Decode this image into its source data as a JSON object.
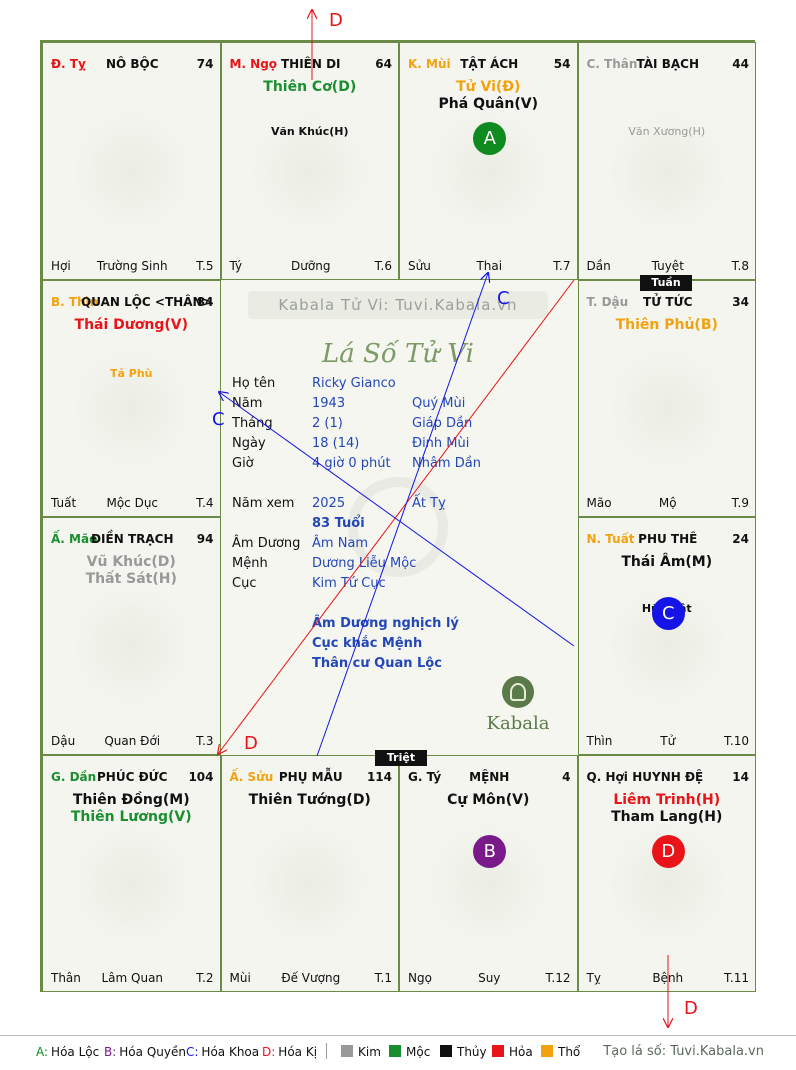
{
  "watermark": "Kabala Tử Vi: Tuvi.Kabala.vn",
  "chart_title": "Lá Số Tử Vi",
  "brand": "Kabala",
  "stamps": {
    "tuan": "Tuần",
    "triet": "Triệt"
  },
  "colors": {
    "kim": "#999999",
    "moc": "#1a8f2f",
    "thuy": "#111111",
    "hoa": "#e8141a",
    "tho": "#f2a20e",
    "blue": "#2447b8"
  },
  "info": [
    {
      "label": "Họ tên",
      "v1": "Ricky Gianco",
      "v2": ""
    },
    {
      "label": "Năm",
      "v1": "1943",
      "v2": "Quý Mùi"
    },
    {
      "label": "Tháng",
      "v1": "2  (1)",
      "v2": "Giáp Dần"
    },
    {
      "label": "Ngày",
      "v1": "18  (14)",
      "v2": "Đinh Mùi"
    },
    {
      "label": "Giờ",
      "v1": "4 giờ 0 phút",
      "v2": "Nhâm Dần"
    },
    {
      "label": "Năm xem",
      "v1": "2025",
      "v2": "Ất Tỵ"
    },
    {
      "label": "",
      "v1": "83 Tuổi",
      "v2": ""
    },
    {
      "label": "Âm Dương",
      "v1": "Âm Nam",
      "v2": ""
    },
    {
      "label": "Mệnh",
      "v1": "Dương Liễu Mộc",
      "v2": ""
    },
    {
      "label": "Cục",
      "v1": "Kim Tứ Cục",
      "v2": ""
    }
  ],
  "notes": [
    "Âm Dương nghịch lý",
    "Cục khắc Mệnh",
    "Thân cư Quan Lộc"
  ],
  "palaces": [
    {
      "id": "ty",
      "can": "Đ. Tỵ",
      "name": "NÔ BỘC",
      "num": "74",
      "main": [],
      "minor": [],
      "foot": [
        "Hợi",
        "Trường Sinh",
        "T.5"
      ]
    },
    {
      "id": "ngo",
      "can": "M. Ngọ",
      "name": "THIÊN DI",
      "num": "64",
      "main": [
        {
          "t": "Thiên Cơ(D)",
          "c": "moc"
        }
      ],
      "minor": [
        {
          "t": "Văn Khúc(H)",
          "c": "thuy"
        }
      ],
      "foot": [
        "Tý",
        "Dưỡng",
        "T.6"
      ]
    },
    {
      "id": "mui",
      "can": "K. Mùi",
      "name": "TẬT ÁCH",
      "num": "54",
      "main": [
        {
          "t": "Tử Vi(Đ)",
          "c": "tho"
        },
        {
          "t": "Phá Quân(V)",
          "c": "thuy"
        }
      ],
      "minor": [],
      "foot": [
        "Sửu",
        "Thai",
        "T.7"
      ]
    },
    {
      "id": "than",
      "can": "C. Thân",
      "name": "TÀI BẠCH",
      "num": "44",
      "main": [],
      "minor": [
        {
          "t": "Văn Xương(H)",
          "c": "kim"
        }
      ],
      "foot": [
        "Dần",
        "Tuyệt",
        "T.8"
      ]
    },
    {
      "id": "thin",
      "can": "B. Thìn",
      "name": "QUAN LỘC <THÂN>",
      "num": "84",
      "main": [
        {
          "t": "Thái Dương(V)",
          "c": "hoa"
        }
      ],
      "minor": [
        {
          "t": "Tả Phù",
          "c": "tho"
        }
      ],
      "foot": [
        "Tuất",
        "Mộc Dục",
        "T.4"
      ]
    },
    {
      "id": "dau",
      "can": "T. Dậu",
      "name": "TỬ TỨC",
      "num": "34",
      "main": [
        {
          "t": "Thiên Phủ(B)",
          "c": "tho"
        }
      ],
      "minor": [],
      "foot": [
        "Mão",
        "Mộ",
        "T.9"
      ]
    },
    {
      "id": "mao",
      "can": "Ấ. Mão",
      "name": "ĐIỀN TRẠCH",
      "num": "94",
      "main": [
        {
          "t": "Vũ Khúc(D)",
          "c": "kim"
        },
        {
          "t": "Thất Sát(H)",
          "c": "kim"
        }
      ],
      "minor": [],
      "foot": [
        "Dậu",
        "Quan Đới",
        "T.3"
      ]
    },
    {
      "id": "tuat",
      "can": "N. Tuất",
      "name": "PHU THÊ",
      "num": "24",
      "main": [
        {
          "t": "Thái Âm(M)",
          "c": "thuy"
        }
      ],
      "minor": [
        {
          "t": "Hữu Bật",
          "c": "thuy"
        }
      ],
      "foot": [
        "Thìn",
        "Tử",
        "T.10"
      ]
    },
    {
      "id": "dan",
      "can": "G. Dần",
      "name": "PHÚC ĐỨC",
      "num": "104",
      "main": [
        {
          "t": "Thiên Đồng(M)",
          "c": "thuy"
        },
        {
          "t": "Thiên Lương(V)",
          "c": "moc"
        }
      ],
      "minor": [],
      "foot": [
        "Thân",
        "Lâm Quan",
        "T.2"
      ]
    },
    {
      "id": "suu",
      "can": "Ấ. Sửu",
      "name": "PHỤ MẪU",
      "num": "114",
      "main": [
        {
          "t": "Thiên Tướng(D)",
          "c": "thuy"
        }
      ],
      "minor": [],
      "foot": [
        "Mùi",
        "Đế Vượng",
        "T.1"
      ]
    },
    {
      "id": "ty2",
      "can": "G. Tý",
      "name": "MỆNH",
      "num": "4",
      "main": [
        {
          "t": "Cự Môn(V)",
          "c": "thuy"
        }
      ],
      "minor": [],
      "foot": [
        "Ngọ",
        "Suy",
        "T.12"
      ]
    },
    {
      "id": "hoi",
      "can": "Q. Hợi",
      "name": "HUYNH ĐỆ",
      "num": "14",
      "main": [
        {
          "t": "Liêm Trinh(H)",
          "c": "hoa"
        },
        {
          "t": "Tham Lang(H)",
          "c": "thuy"
        }
      ],
      "minor": [],
      "foot": [
        "Tỵ",
        "Bệnh",
        "T.11"
      ]
    }
  ],
  "badges": [
    {
      "palace": "mui",
      "letter": "A",
      "color": "#0f8a1f"
    },
    {
      "palace": "tuat",
      "letter": "C",
      "color": "#1414e6"
    },
    {
      "palace": "ty2",
      "letter": "B",
      "color": "#7a1a8a"
    },
    {
      "palace": "hoi",
      "letter": "D",
      "color": "#e8141a"
    }
  ],
  "arrow_labels": [
    {
      "t": "D",
      "c": "#e8141a"
    },
    {
      "t": "C",
      "c": "#1414e6"
    },
    {
      "t": "C",
      "c": "#1414e6"
    },
    {
      "t": "D",
      "c": "#e8141a"
    },
    {
      "t": "D",
      "c": "#e8141a"
    }
  ],
  "legend": {
    "items": [
      {
        "k": "A:",
        "t": "Hóa Lộc",
        "c": "#0f8a1f"
      },
      {
        "k": "B:",
        "t": "Hóa Quyền",
        "c": "#7a1a8a"
      },
      {
        "k": "C:",
        "t": "Hóa Khoa",
        "c": "#1414e6"
      },
      {
        "k": "D:",
        "t": "Hóa Kị",
        "c": "#e8141a"
      }
    ],
    "elements": [
      {
        "t": "Kim",
        "c": "#999999"
      },
      {
        "t": "Mộc",
        "c": "#1a8f2f"
      },
      {
        "t": "Thủy",
        "c": "#111111"
      },
      {
        "t": "Hỏa",
        "c": "#e8141a"
      },
      {
        "t": "Thổ",
        "c": "#f2a20e"
      }
    ],
    "credit": "Tạo lá số: Tuvi.Kabala.vn"
  }
}
